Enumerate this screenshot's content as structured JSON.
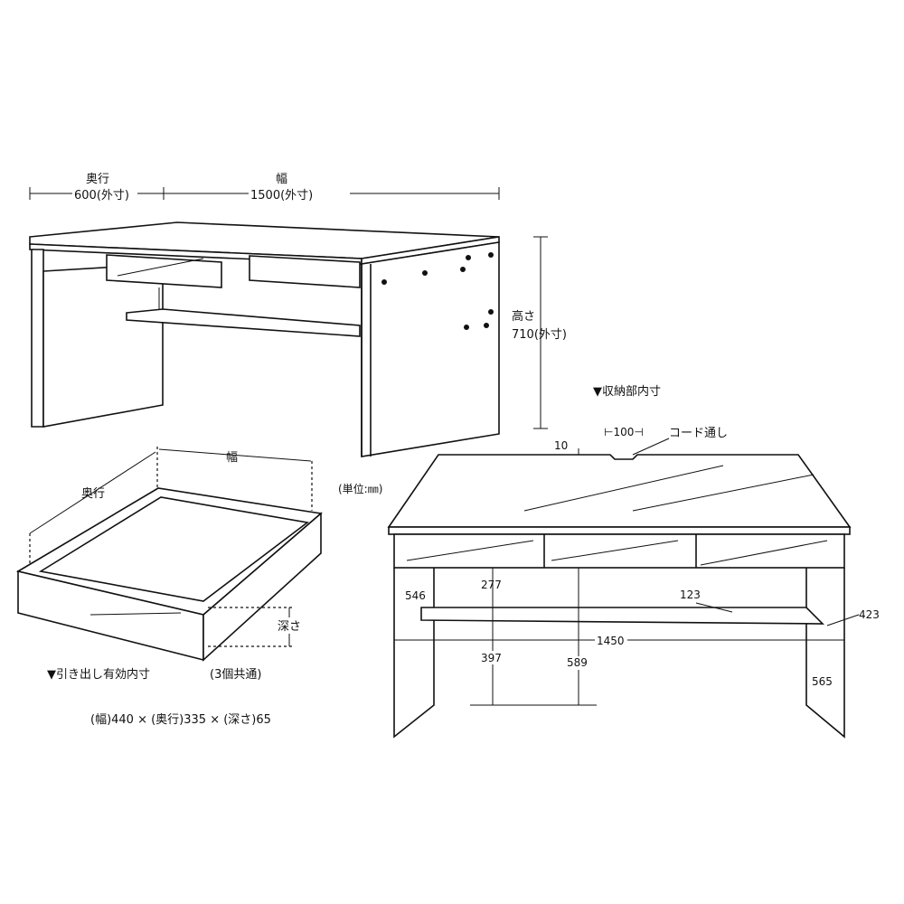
{
  "desk_overall": {
    "depth_label": "奥行",
    "depth_value": "600(外寸)",
    "width_label": "幅",
    "width_value": "1500(外寸)",
    "height_label": "高さ",
    "height_value": "710(外寸)"
  },
  "unit_note": "(単位:㎜)",
  "drawer": {
    "width_label": "幅",
    "depth_label": "奥行",
    "deep_label": "深さ",
    "title": "▼引き出し有効内寸",
    "common_note": "(3個共通)",
    "dimensions": "(幅)440 × (奥行)335 × (深さ)65"
  },
  "storage": {
    "title": "▼収納部内寸",
    "notch_width": "100",
    "notch_depth": "10",
    "cord_label": "コード通し",
    "dims": [
      "546",
      "277",
      "123",
      "423",
      "1450",
      "397",
      "589",
      "565"
    ]
  }
}
